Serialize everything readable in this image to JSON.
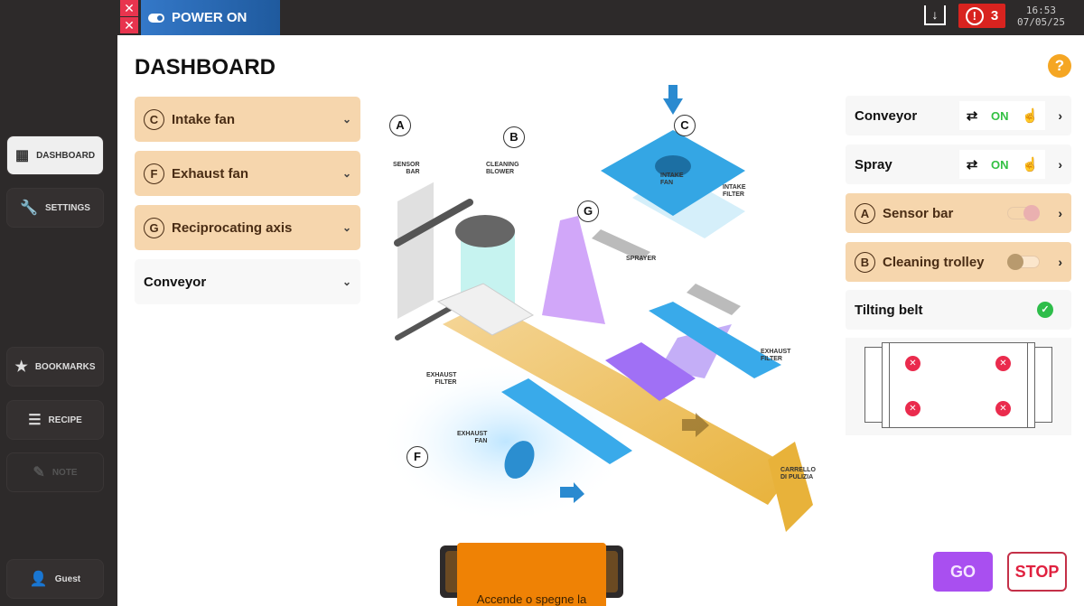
{
  "topbar": {
    "close_glyph": "✕",
    "power_label": "POWER ON",
    "alert_count": "3",
    "time": "16:53",
    "date": "07/05/25"
  },
  "sidebar": {
    "items": [
      {
        "label": "DASHBOARD",
        "icon": "dashboard-icon"
      },
      {
        "label": "SETTINGS",
        "icon": "wrench-icon"
      },
      {
        "label": "BOOKMARKS",
        "icon": "star-icon"
      },
      {
        "label": "RECIPE",
        "icon": "list-icon"
      },
      {
        "label": "NOTE",
        "icon": "pencil-icon"
      }
    ],
    "user": "Guest"
  },
  "main": {
    "title": "DASHBOARD",
    "help": "?",
    "accordions": [
      {
        "badge": "C",
        "label": "Intake fan"
      },
      {
        "badge": "F",
        "label": "Exhaust fan"
      },
      {
        "badge": "G",
        "label": "Reciprocating axis"
      },
      {
        "badge": "",
        "label": "Conveyor"
      }
    ],
    "right_panel": {
      "conveyor": {
        "label": "Conveyor",
        "status": "ON"
      },
      "spray": {
        "label": "Spray",
        "status": "ON"
      },
      "sensor_bar": {
        "badge": "A",
        "label": "Sensor bar",
        "toggle_on": true
      },
      "cleaning_trolley": {
        "badge": "B",
        "label": "Cleaning trolley",
        "toggle_on": false
      },
      "tilting_belt": {
        "label": "Tilting belt",
        "ok": true
      }
    },
    "go_label": "GO",
    "stop_label": "STOP",
    "tooltip": "Accende o spegne la"
  },
  "diagram": {
    "markers": [
      "A",
      "B",
      "C",
      "G",
      "F"
    ],
    "labels": {
      "sensor_bar": "SENSOR\nBAR",
      "cleaning_blower": "CLEANING\nBLOWER",
      "intake_fan": "INTAKE\nFAN",
      "intake_filter": "INTAKE\nFILTER",
      "sprayer": "SPRAYER",
      "exhaust_filter_right": "EXHAUST\nFILTER",
      "exhaust_filter_left": "EXHAUST\nFILTER",
      "exhaust_fan": "EXHAUST\nFAN",
      "carrello": "CARRELLO\nDI PULIZIA"
    }
  },
  "colors": {
    "accent_tan": "#f6d6ad",
    "power_blue": "#3478c8",
    "alert_red": "#d8231f",
    "go_purple": "#a94ff0",
    "stop_red": "#e0203f",
    "on_green": "#33c043"
  }
}
